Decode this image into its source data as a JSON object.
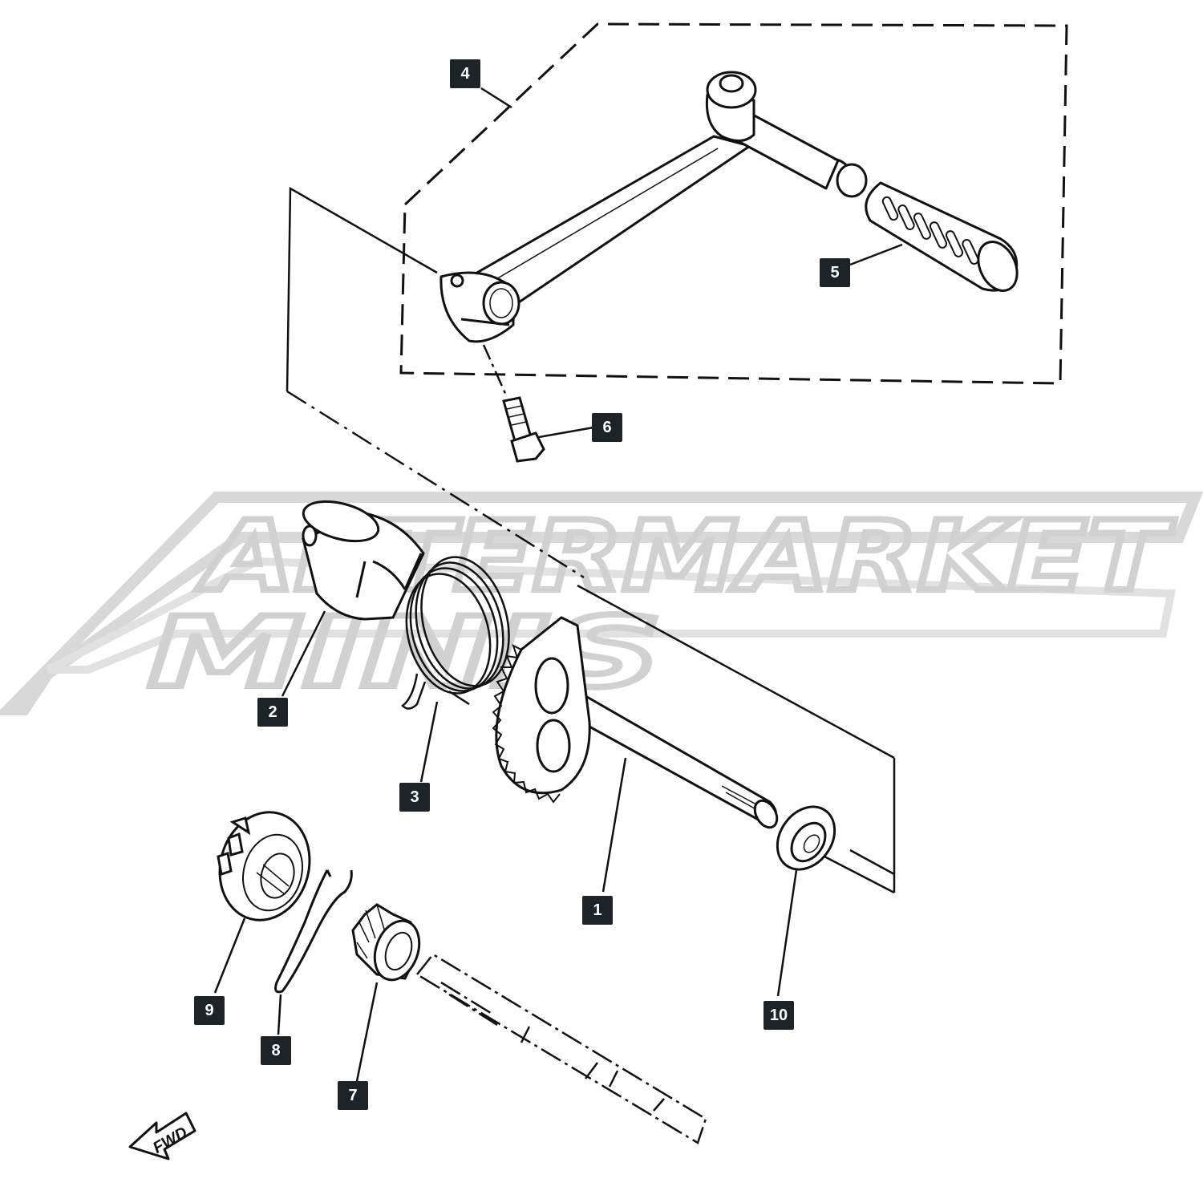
{
  "watermark": {
    "line1": "AFTERMARKET",
    "line2": "MINIS"
  },
  "direction_label": "FWD",
  "callouts": [
    {
      "id": "1",
      "label": "1",
      "part": "kick-shaft-gear"
    },
    {
      "id": "2",
      "label": "2",
      "part": "spring-guide"
    },
    {
      "id": "3",
      "label": "3",
      "part": "torsion-spring"
    },
    {
      "id": "4",
      "label": "4",
      "part": "kick-crank-assembly"
    },
    {
      "id": "5",
      "label": "5",
      "part": "crank-grip"
    },
    {
      "id": "6",
      "label": "6",
      "part": "pinch-bolt"
    },
    {
      "id": "7",
      "label": "7",
      "part": "pinion-gear"
    },
    {
      "id": "8",
      "label": "8",
      "part": "retaining-clip"
    },
    {
      "id": "9",
      "label": "9",
      "part": "ratchet-wheel"
    },
    {
      "id": "10",
      "label": "10",
      "part": "oil-seal"
    }
  ],
  "colors": {
    "line": "#111111",
    "callout_bg": "#1e2328",
    "callout_text": "#ffffff",
    "watermark": "#d6d6d6"
  }
}
